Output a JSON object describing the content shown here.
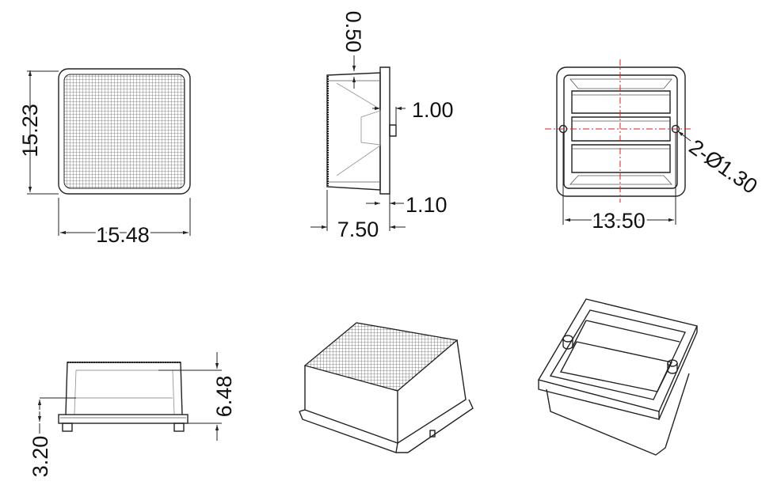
{
  "title": "Lens dimension drawing",
  "views": {
    "front": {
      "width": "15.48",
      "height": "15.23"
    },
    "side": {
      "top_wall": "0.50",
      "flange_gap": "1.00",
      "flange": "1.10",
      "depth": "7.50"
    },
    "back": {
      "hole_spacing": "13.50",
      "holes": "2-Ø1.30"
    },
    "elevation": {
      "height": "6.48",
      "base": "3.20"
    }
  },
  "colors": {
    "line": "#222222",
    "centerline": "#dd2222"
  }
}
